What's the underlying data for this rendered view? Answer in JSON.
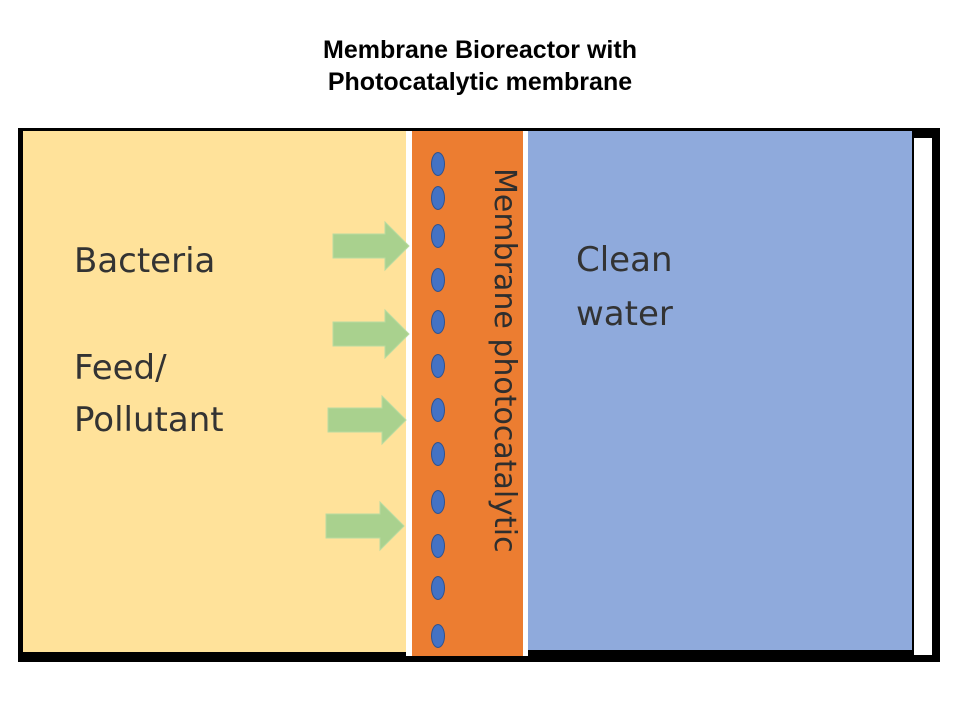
{
  "title": {
    "line1": "Membrane Bioreactor with",
    "line2": "Photocatalytic membrane"
  },
  "feed_panel": {
    "color": "#ffe29a",
    "bacteria": "Bacteria",
    "feed_line1": "Feed/",
    "feed_line2": "Pollutant"
  },
  "membrane_panel": {
    "color": "#ec7d31",
    "label": "Membrane photocatalytic",
    "pore_color": "#4472c4"
  },
  "clean_panel": {
    "color": "#8faadc",
    "line1": "Clean",
    "line2": "water"
  },
  "arrows": {
    "color": "#a9d18e",
    "icon": "right-arrow-icon"
  }
}
